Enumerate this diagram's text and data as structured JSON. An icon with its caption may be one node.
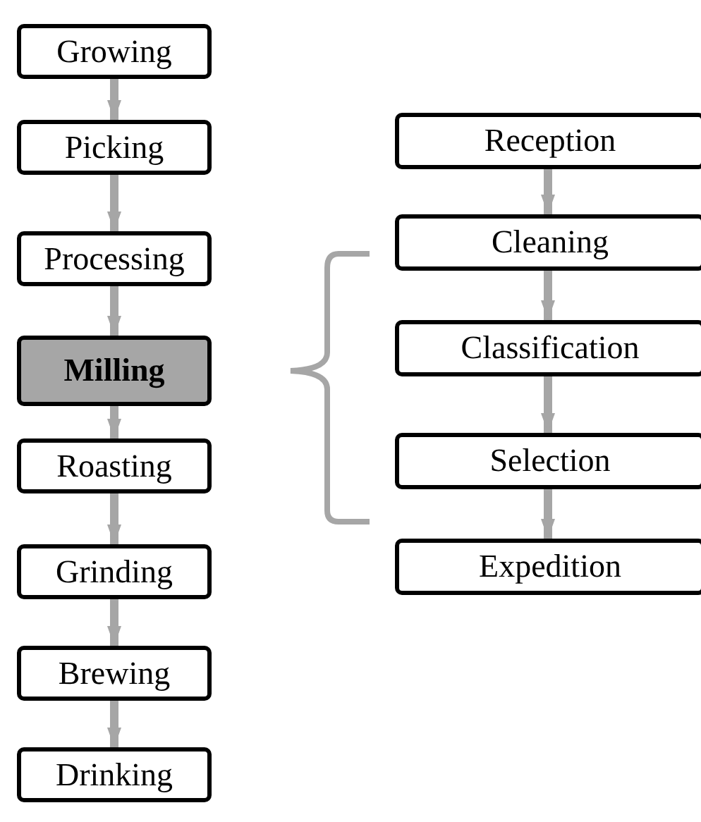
{
  "diagram": {
    "nodes": [
      {
        "text": [
          "Growing"
        ]
      },
      {
        "text": [
          "Picking"
        ]
      },
      {
        "text": [
          "Processing"
        ]
      },
      {
        "text": [
          "Milling"
        ]
      },
      {
        "text": [
          "Roasting"
        ]
      },
      {
        "text": [
          "Grinding"
        ]
      },
      {
        "text": [
          "Brewing"
        ]
      },
      {
        "text": [
          "Drinking"
        ]
      },
      {
        "text": [
          "Reception"
        ]
      },
      {
        "text": [
          "Cleaning"
        ]
      },
      {
        "text": [
          "Classification"
        ]
      },
      {
        "text": [
          "Selection"
        ]
      },
      {
        "text": [
          "Expedition"
        ]
      }
    ],
    "edges": [
      {
        "from": 0,
        "to": 1,
        "arrow": "to"
      },
      {
        "from": 1,
        "to": 2,
        "arrow": "to"
      },
      {
        "from": 2,
        "to": 3,
        "arrow": "to"
      },
      {
        "from": 3,
        "to": 4,
        "arrow": "to"
      },
      {
        "from": 4,
        "to": 5,
        "arrow": "to"
      },
      {
        "from": 5,
        "to": 6,
        "arrow": "to"
      },
      {
        "from": 6,
        "to": 7,
        "arrow": "to"
      },
      {
        "from": 8,
        "to": 9,
        "arrow": "to"
      },
      {
        "from": 9,
        "to": 10,
        "arrow": "to"
      },
      {
        "from": 10,
        "to": 11,
        "arrow": "to"
      },
      {
        "from": 11,
        "to": 12,
        "arrow": "to"
      }
    ]
  }
}
